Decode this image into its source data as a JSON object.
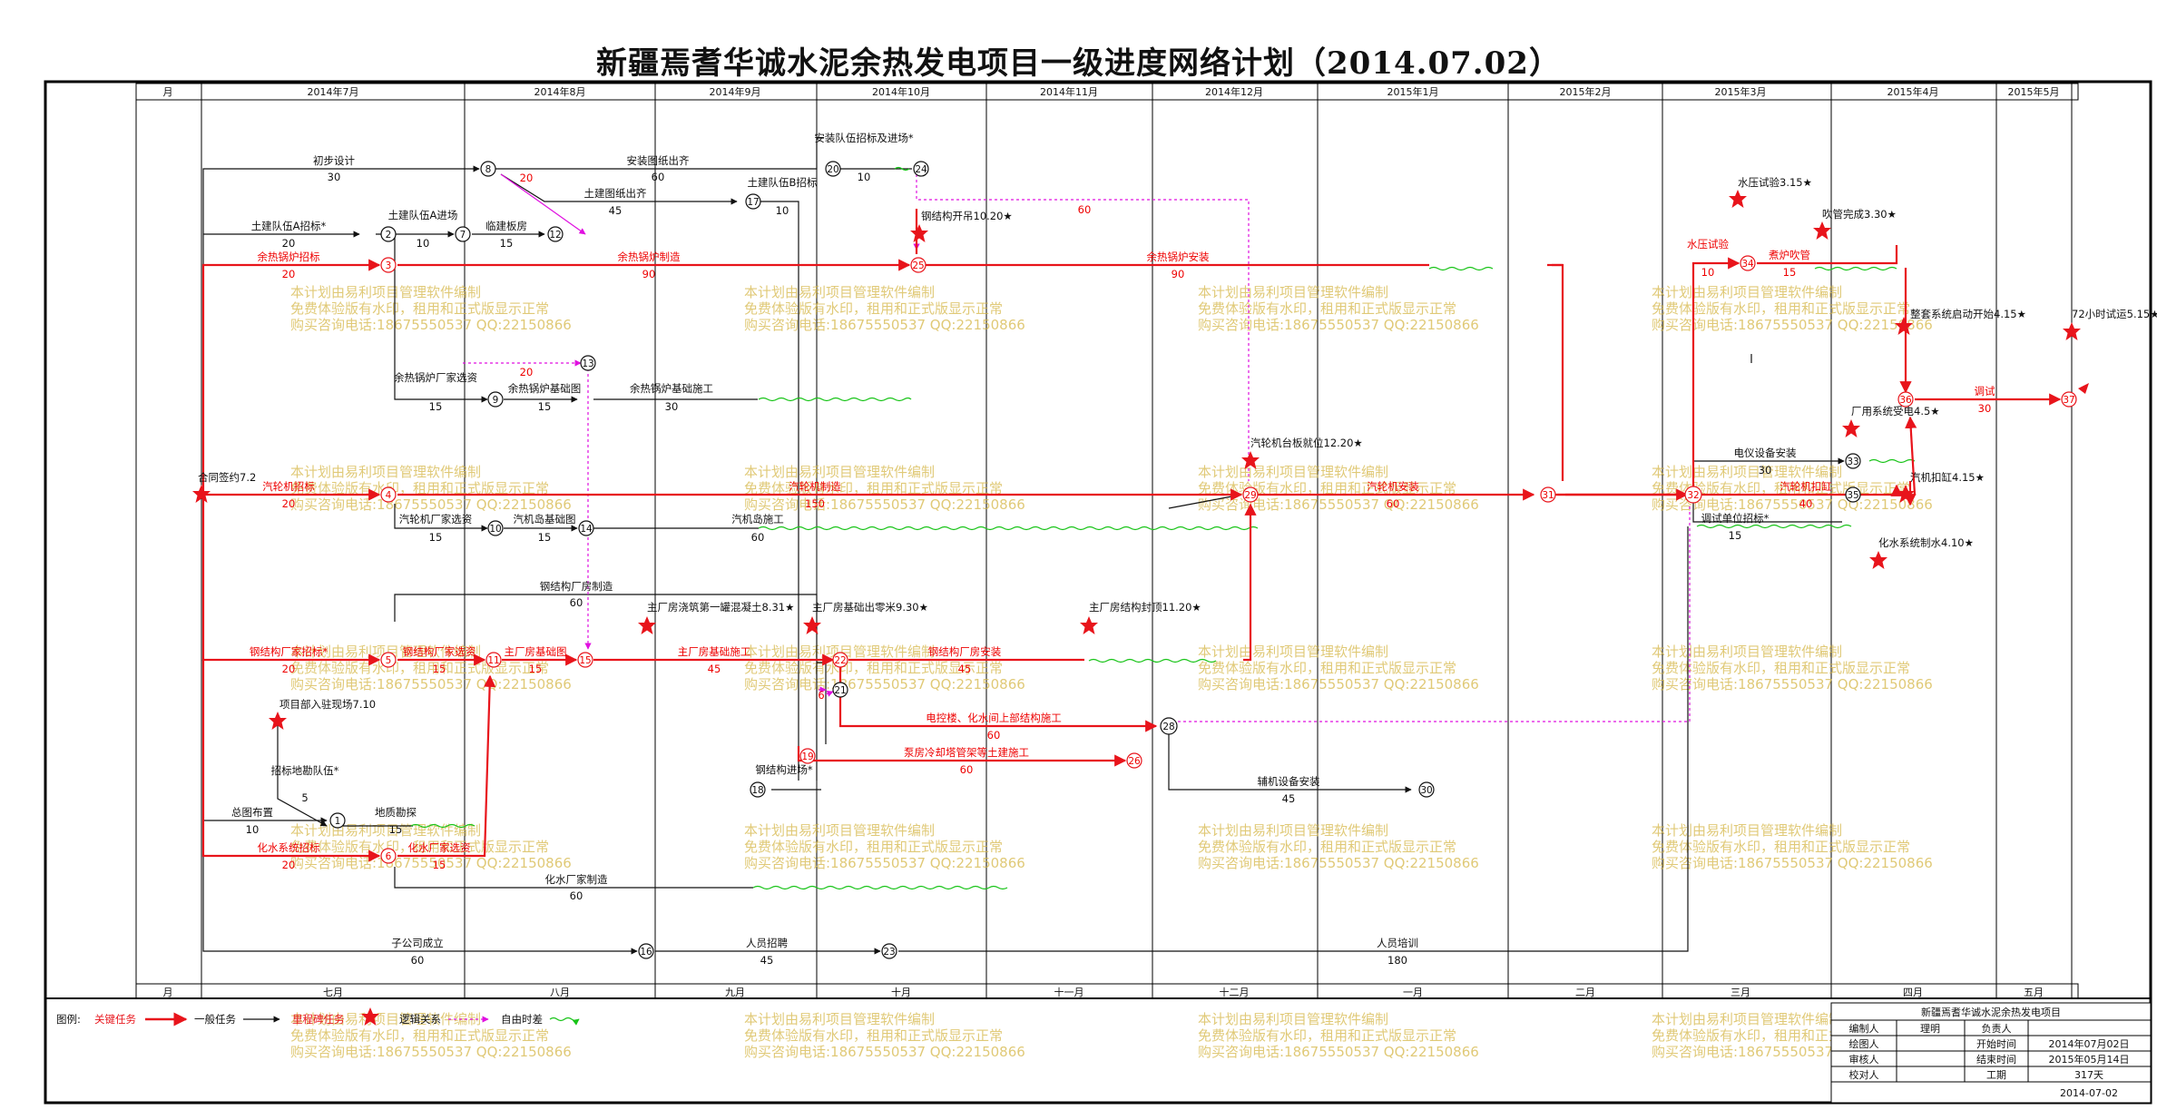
{
  "title": "新疆焉耆华诚水泥余热发电项目一级进度网络计划（2014.07.02）",
  "colors": {
    "critical": "#e8141b",
    "normal": "#111111",
    "logic": "#e010e0",
    "float": "#18c418",
    "watermark": "#d6b84a"
  },
  "timeline": {
    "top_label": "月",
    "bottom_label": "月",
    "top_months": [
      "2014年7月",
      "2014年8月",
      "2014年9月",
      "2014年10月",
      "2014年11月",
      "2014年12月",
      "2015年1月",
      "2015年2月",
      "2015年3月",
      "2015年4月",
      "2015年5月"
    ],
    "bottom_months": [
      "七月",
      "八月",
      "九月",
      "十月",
      "十一月",
      "十二月",
      "一月",
      "二月",
      "三月",
      "四月",
      "五月"
    ]
  },
  "nodes": [
    {
      "id": "n1",
      "num": "1"
    },
    {
      "id": "n2",
      "num": "2"
    },
    {
      "id": "n3",
      "num": "3"
    },
    {
      "id": "n4",
      "num": "4"
    },
    {
      "id": "n5",
      "num": "5"
    },
    {
      "id": "n6",
      "num": "6"
    },
    {
      "id": "n7",
      "num": "7"
    },
    {
      "id": "n8",
      "num": "8"
    },
    {
      "id": "n9",
      "num": "9"
    },
    {
      "id": "n10",
      "num": "10"
    },
    {
      "id": "n11",
      "num": "11"
    },
    {
      "id": "n12",
      "num": "12"
    },
    {
      "id": "n13",
      "num": "13"
    },
    {
      "id": "n14",
      "num": "14"
    },
    {
      "id": "n15",
      "num": "15"
    },
    {
      "id": "n16",
      "num": "16"
    },
    {
      "id": "n17",
      "num": "17"
    },
    {
      "id": "n18",
      "num": "18"
    },
    {
      "id": "n19",
      "num": "19"
    },
    {
      "id": "n20",
      "num": "20"
    },
    {
      "id": "n21",
      "num": "21"
    },
    {
      "id": "n22",
      "num": "22"
    },
    {
      "id": "n23",
      "num": "23"
    },
    {
      "id": "n24",
      "num": "24"
    },
    {
      "id": "n25",
      "num": "25"
    },
    {
      "id": "n26",
      "num": "26"
    },
    {
      "id": "n28",
      "num": "28"
    },
    {
      "id": "n29",
      "num": "29"
    },
    {
      "id": "n30",
      "num": "30"
    },
    {
      "id": "n31",
      "num": "31"
    },
    {
      "id": "n32",
      "num": "32"
    },
    {
      "id": "n33",
      "num": "33"
    },
    {
      "id": "n34",
      "num": "34"
    },
    {
      "id": "n35",
      "num": "35"
    },
    {
      "id": "n36",
      "num": "36"
    },
    {
      "id": "n37",
      "num": "37"
    }
  ],
  "activities": [
    {
      "id": "a1",
      "name": "初步设计",
      "dur": "30"
    },
    {
      "id": "a2",
      "name": "安装图纸出齐",
      "dur": "60"
    },
    {
      "id": "a3",
      "name": "安装队伍招标及进场*",
      "dur": "10"
    },
    {
      "id": "a4",
      "name": "土建图纸出齐",
      "dur": "45"
    },
    {
      "id": "a5",
      "name": "土建队伍B招标",
      "dur": "10"
    },
    {
      "id": "a6",
      "name": "土建队伍A招标*",
      "dur": "20"
    },
    {
      "id": "a7",
      "name": "土建队伍A进场",
      "dur": "10"
    },
    {
      "id": "a8",
      "name": "临建板房",
      "dur": "15"
    },
    {
      "id": "a9",
      "name": "余热锅炉招标",
      "dur": "20"
    },
    {
      "id": "a10",
      "name": "余热锅炉制造",
      "dur": "90"
    },
    {
      "id": "a11",
      "name": "余热锅炉安装",
      "dur": "90"
    },
    {
      "id": "a12",
      "name": "余热锅炉厂家选资",
      "dur": "15"
    },
    {
      "id": "a13",
      "name": "余热锅炉基础图",
      "dur": "15"
    },
    {
      "id": "a14",
      "name": "余热锅炉基础施工",
      "dur": "30"
    },
    {
      "id": "a15",
      "name": "汽轮机招标",
      "dur": "20"
    },
    {
      "id": "a16",
      "name": "汽轮机制造",
      "dur": "150"
    },
    {
      "id": "a17",
      "name": "汽轮机安装",
      "dur": "60"
    },
    {
      "id": "a18",
      "name": "汽轮机厂家选资",
      "dur": "15"
    },
    {
      "id": "a19",
      "name": "汽机岛基础图",
      "dur": "15"
    },
    {
      "id": "a20",
      "name": "汽机岛施工",
      "dur": "60"
    },
    {
      "id": "a21",
      "name": "钢结构厂房制造",
      "dur": "60"
    },
    {
      "id": "a22",
      "name": "钢结构厂家招标*",
      "dur": "20"
    },
    {
      "id": "a23",
      "name": "钢结构厂家选资",
      "dur": "15"
    },
    {
      "id": "a24",
      "name": "主厂房基础图",
      "dur": "15"
    },
    {
      "id": "a25",
      "name": "主厂房基础施工",
      "dur": "45"
    },
    {
      "id": "a26",
      "name": "钢结构厂房安装",
      "dur": "45"
    },
    {
      "id": "a27",
      "name": "电控楼、化水间上部结构施工",
      "dur": "60"
    },
    {
      "id": "a28",
      "name": "泵房冷却塔管架等土建施工",
      "dur": "60"
    },
    {
      "id": "a29",
      "name": "辅机设备安装",
      "dur": "45"
    },
    {
      "id": "a30",
      "name": "招标地勘队伍*",
      "dur": "5"
    },
    {
      "id": "a31",
      "name": "总图布置",
      "dur": "10"
    },
    {
      "id": "a32",
      "name": "地质勘探",
      "dur": "15"
    },
    {
      "id": "a33",
      "name": "化水系统招标",
      "dur": "20"
    },
    {
      "id": "a34",
      "name": "化水厂家选资",
      "dur": "15"
    },
    {
      "id": "a35",
      "name": "化水厂家制造",
      "dur": "60"
    },
    {
      "id": "a36",
      "name": "子公司成立",
      "dur": "60"
    },
    {
      "id": "a37",
      "name": "人员招聘",
      "dur": "45"
    },
    {
      "id": "a38",
      "name": "人员培训",
      "dur": "180"
    },
    {
      "id": "a39",
      "name": "水压试验",
      "dur": "10"
    },
    {
      "id": "a40",
      "name": "煮炉吹管",
      "dur": "15"
    },
    {
      "id": "a41",
      "name": "调试",
      "dur": "30"
    },
    {
      "id": "a42",
      "name": "电仪设备安装",
      "dur": "30"
    },
    {
      "id": "a43",
      "name": "汽轮机扣缸",
      "dur": "40"
    },
    {
      "id": "a44",
      "name": "调试单位招标*",
      "dur": "15"
    },
    {
      "id": "a45",
      "name": "钢结构进场*",
      "dur": "6"
    }
  ],
  "logic_labels": [
    "20",
    "60",
    "20"
  ],
  "milestones": [
    {
      "id": "m1",
      "label": "合同签约7.2"
    },
    {
      "id": "m2",
      "label": "钢结构开吊10.20★"
    },
    {
      "id": "m3",
      "label": "汽轮机台板就位12.20★"
    },
    {
      "id": "m4",
      "label": "主厂房浇筑第一罐混凝土8.31★"
    },
    {
      "id": "m5",
      "label": "主厂房基础出零米9.30★"
    },
    {
      "id": "m6",
      "label": "主厂房结构封顶11.20★"
    },
    {
      "id": "m7",
      "label": "项目部入驻现场7.10"
    },
    {
      "id": "m8",
      "label": "水压试验3.15★"
    },
    {
      "id": "m9",
      "label": "吹管完成3.30★"
    },
    {
      "id": "m10",
      "label": "整套系统启动开始4.15★"
    },
    {
      "id": "m11",
      "label": "72小时试运5.15★"
    },
    {
      "id": "m12",
      "label": "厂用系统受电4.5★"
    },
    {
      "id": "m13",
      "label": "汽机扣缸4.15★"
    },
    {
      "id": "m14",
      "label": "化水系统制水4.10★"
    }
  ],
  "watermark": {
    "line1": "本计划由易利项目管理软件编制",
    "line2": "免费体验版有水印，租用和正式版显示正常",
    "line3": "购买咨询电话:18675550537 QQ:22150866"
  },
  "legend": {
    "prefix": "图例:",
    "critical": "关键任务",
    "normal": "一般任务",
    "milestone": "里程碑任务",
    "logic": "逻辑关系",
    "float": "自由时差"
  },
  "titleblock": {
    "project": "新疆焉耆华诚水泥余热发电项目",
    "rows": [
      [
        "编制人",
        "",
        "负责人",
        ""
      ],
      [
        "绘图人",
        "",
        "开始时间",
        "2014年07月02日"
      ],
      [
        "审核人",
        "",
        "结束时间",
        "2015年05月14日"
      ],
      [
        "校对人",
        "",
        "工期",
        "317天"
      ]
    ],
    "extra": "理明",
    "date": "2014-07-02"
  }
}
